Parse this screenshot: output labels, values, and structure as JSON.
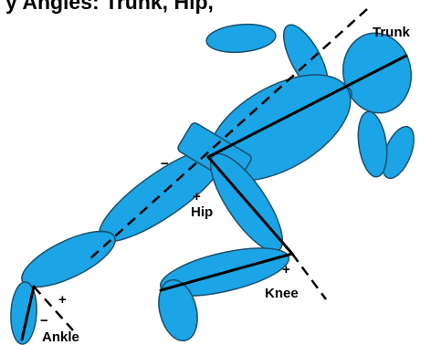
{
  "title_fragment": "y Angles: Trunk, Hip,",
  "labels": {
    "trunk": "Trunk",
    "hip": "Hip",
    "knee": "Knee",
    "ankle": "Ankle"
  },
  "signs": {
    "hip_plus": "+",
    "hip_minus": "−",
    "knee_plus": "+",
    "ankle_plus": "+",
    "ankle_minus": "−"
  },
  "colors": {
    "body_fill": "#1ba5e6",
    "body_stroke": "#1a4f6e",
    "segment_line": "#000000",
    "dashed_line": "#000000"
  }
}
